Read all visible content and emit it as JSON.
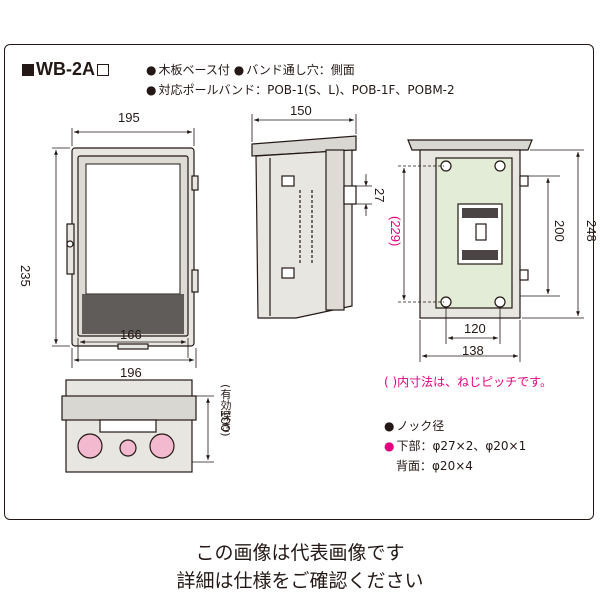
{
  "model": {
    "name": "WB-2A"
  },
  "specs": [
    "木板ベース付",
    "バンド通し穴：側面",
    "対応ポールバンド：POB-1(S、L)、POB-1F、POBM-2"
  ],
  "dimensions": {
    "front_width_top": "195",
    "front_height": "235",
    "front_inner_width": "166",
    "front_outer_width": "196",
    "side_depth": "150",
    "side_small": "27",
    "open_inner_height": "(229)",
    "open_height_200": "200",
    "open_height_248": "248",
    "open_width_120": "120",
    "open_width_138": "138",
    "bottom_depth": "100",
    "bottom_depth_note": "(有効深さ)"
  },
  "notes": {
    "pitch_note": "( )内寸法は、ねじピッチです。",
    "knock_title": "ノック径",
    "knock_bottom_label": "下部",
    "knock_bottom_value": "：φ27×2、φ20×1",
    "knock_back_label": "背面",
    "knock_back_value": "：φ20×4"
  },
  "caption": {
    "line1": "この画像は代表画像です",
    "line2": "詳細は仕様をご確認ください"
  },
  "colors": {
    "line": "#231815",
    "box_fill": "#e8e6e1",
    "lid_fill": "#d9d7d2",
    "base_board": "#e3ecd6",
    "knock_fill": "#f2b9cf",
    "accent_red": "#e4007f",
    "panel_dark": "#4a4544"
  }
}
